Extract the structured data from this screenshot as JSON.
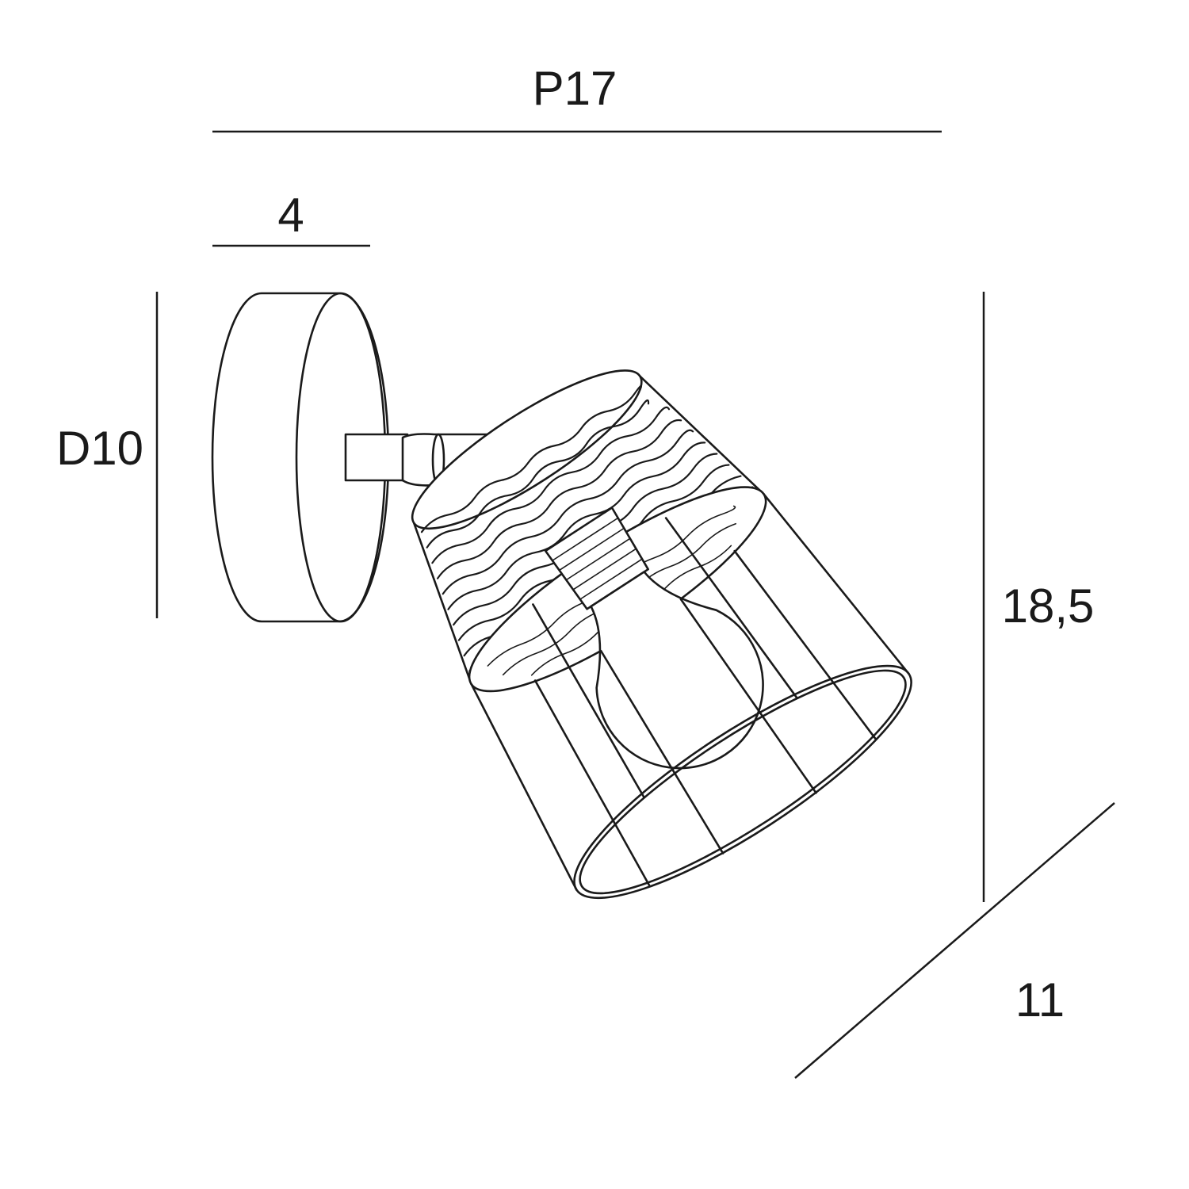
{
  "dimensions": {
    "projection": "P17",
    "base_depth": "4",
    "base_diameter": "D10",
    "height": "18,5",
    "width": "11"
  }
}
